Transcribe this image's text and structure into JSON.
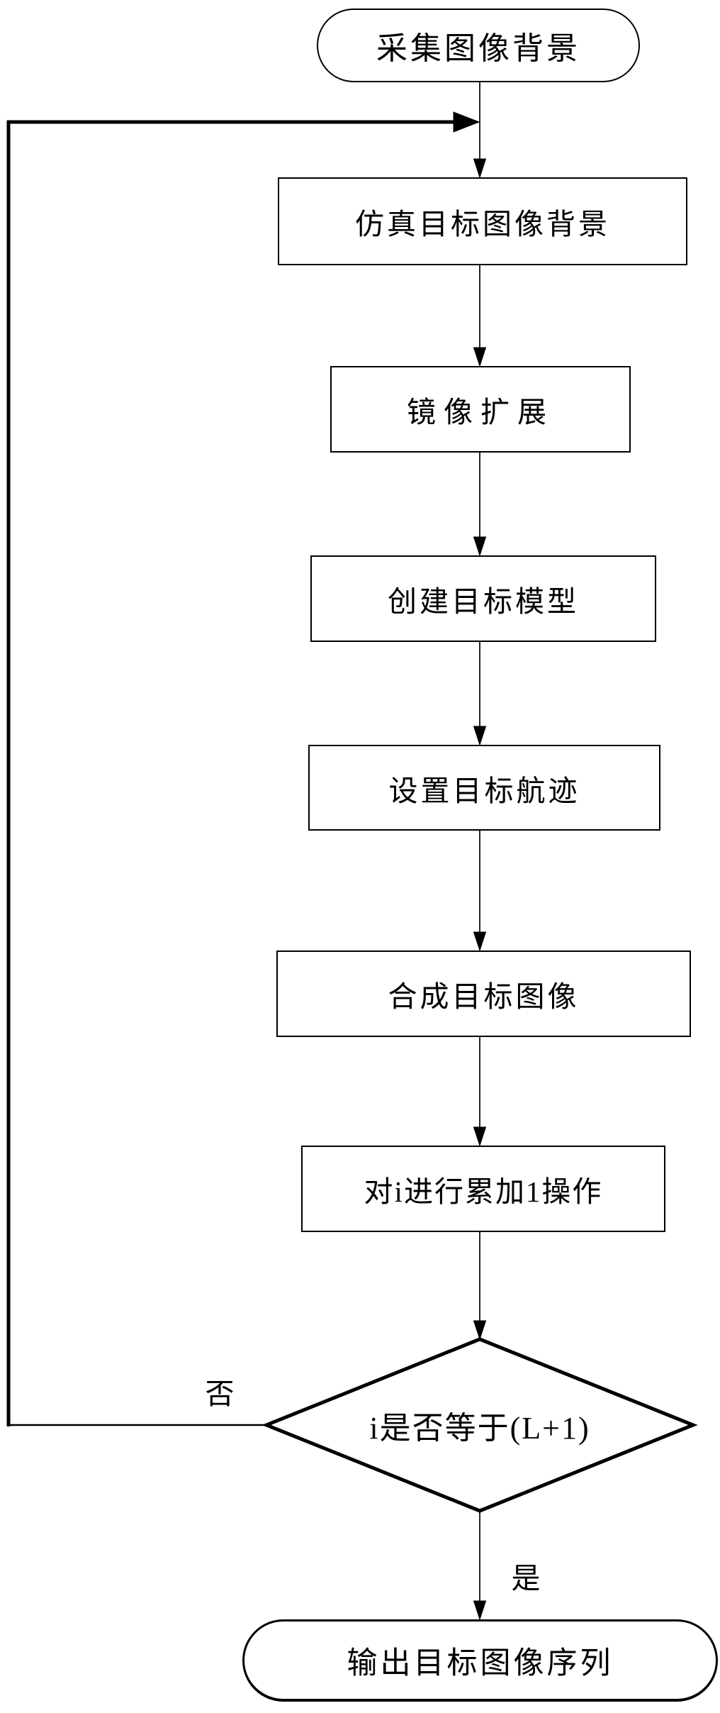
{
  "flowchart": {
    "nodes": [
      {
        "id": "start",
        "type": "terminal",
        "label": "采集图像背景"
      },
      {
        "id": "simulate-bg",
        "type": "process",
        "label": "仿真目标图像背景"
      },
      {
        "id": "mirror-extend",
        "type": "process",
        "label": "镜像扩展"
      },
      {
        "id": "create-model",
        "type": "process",
        "label": "创建目标模型"
      },
      {
        "id": "set-track",
        "type": "process",
        "label": "设置目标航迹"
      },
      {
        "id": "synth-image",
        "type": "process",
        "label": "合成目标图像"
      },
      {
        "id": "increment-i",
        "type": "process",
        "label": "对i进行累加1操作"
      },
      {
        "id": "check-i",
        "type": "decision",
        "label": "i是否等于(L+1)"
      },
      {
        "id": "output",
        "type": "terminal",
        "label": "输出目标图像序列"
      }
    ],
    "branch_labels": {
      "no": "否",
      "yes": "是"
    },
    "colors": {
      "stroke": "#000000",
      "background": "#ffffff",
      "text": "#000000"
    }
  }
}
